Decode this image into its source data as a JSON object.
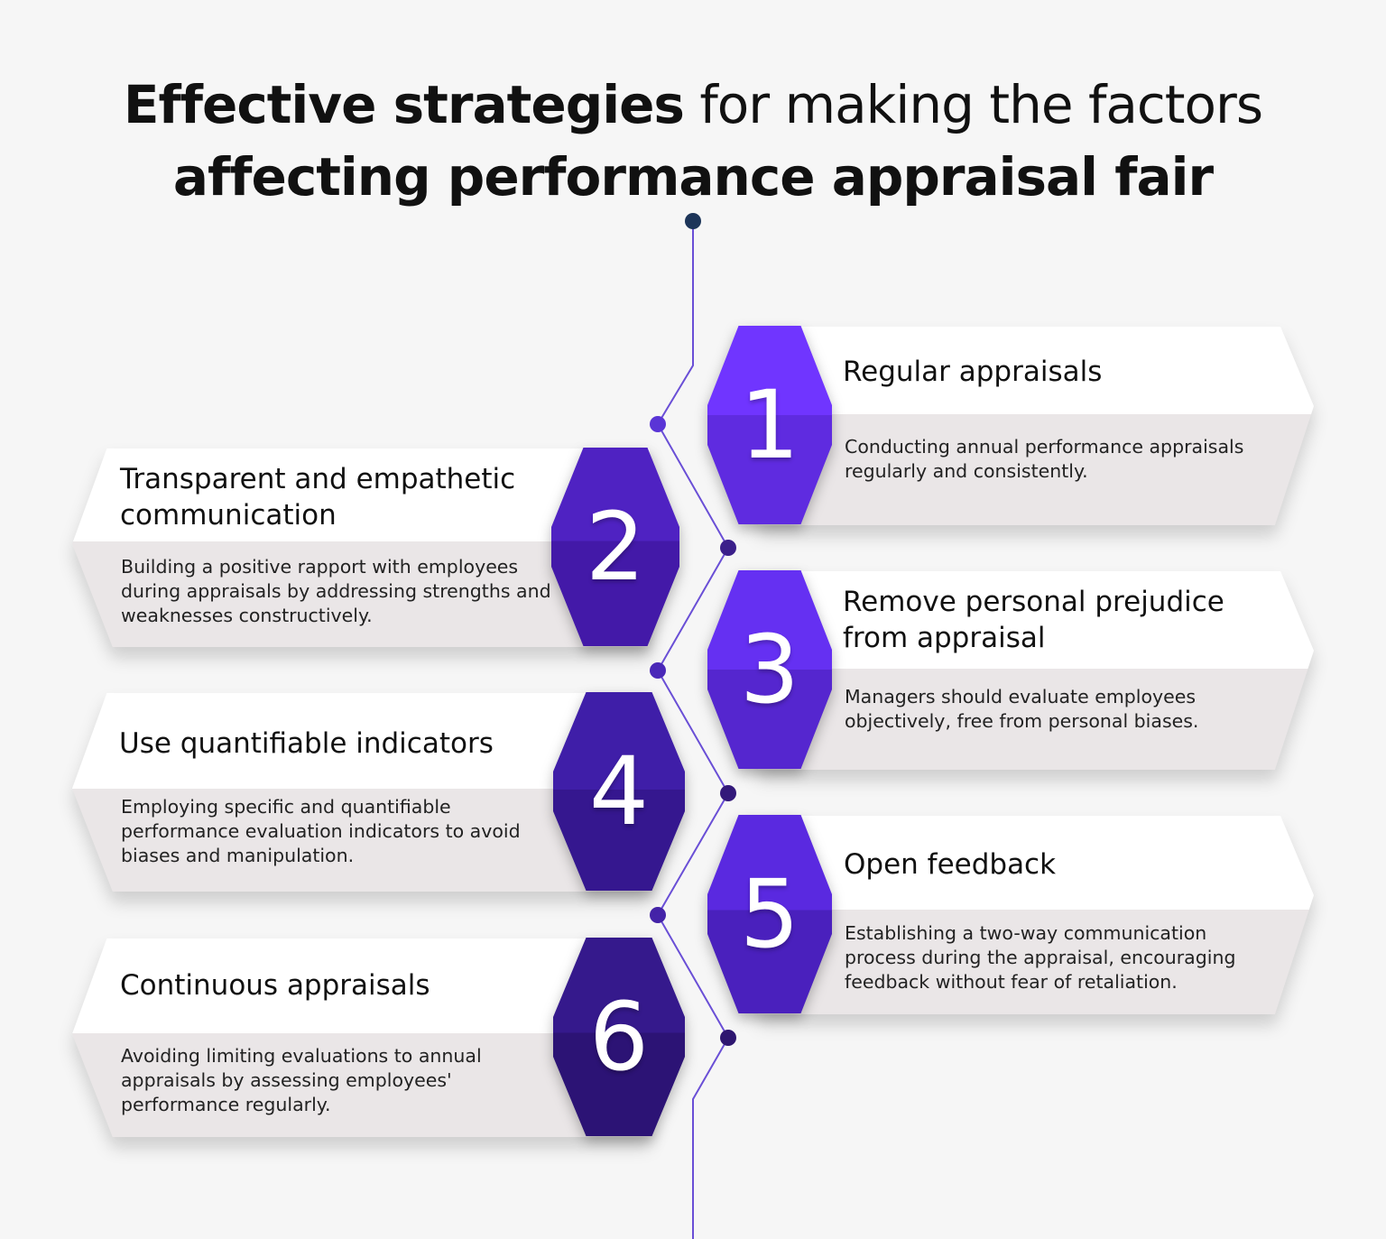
{
  "title": {
    "line1_bold": "Effective strategies",
    "line1_rest": " for making the factors",
    "line2": "affecting performance appraisal fair"
  },
  "colors": {
    "line": "#6a4fd6",
    "dark_dot": "#1d3559",
    "hex_gradient": [
      "#6a35f2",
      "#5a2ad6",
      "#4a1fb8",
      "#3b1a99",
      "#2f1780",
      "#2a1570"
    ]
  },
  "steps": [
    {
      "number": "1",
      "heading": "Regular appraisals",
      "text": "Conducting annual performance appraisals regularly and consistently."
    },
    {
      "number": "2",
      "heading": "Transparent and empathetic communication",
      "text": "Building a positive rapport with employees during appraisals by addressing strengths and weaknesses constructively."
    },
    {
      "number": "3",
      "heading": "Remove personal prejudice from appraisal",
      "text": "Managers should evaluate employees objectively, free from personal biases."
    },
    {
      "number": "4",
      "heading": "Use quantifiable indicators",
      "text": "Employing specific and quantifiable performance evaluation indicators to avoid biases and manipulation."
    },
    {
      "number": "5",
      "heading": "Open feedback",
      "text": "Establishing a two-way communication process during the appraisal, encouraging feedback without fear of retaliation."
    },
    {
      "number": "6",
      "heading": "Continuous appraisals",
      "text": "Avoiding limiting evaluations to annual appraisals by assessing employees' performance regularly."
    }
  ]
}
